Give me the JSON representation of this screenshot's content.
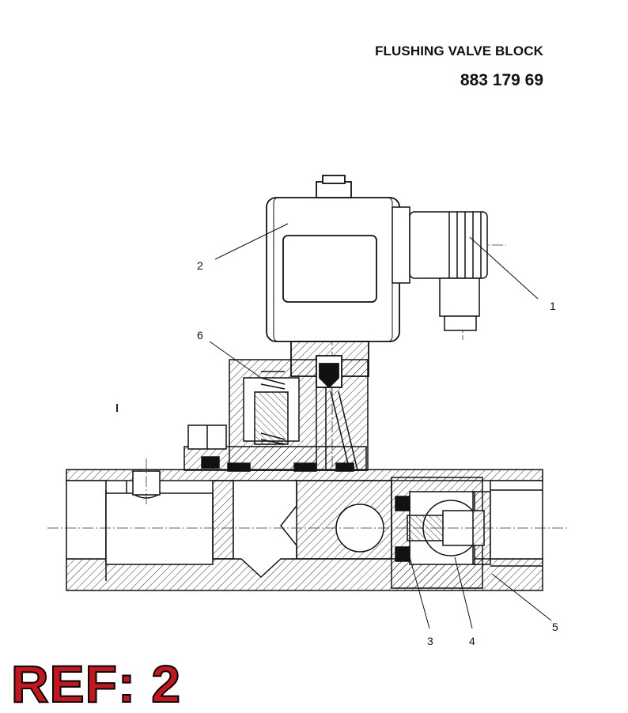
{
  "header": {
    "title": "FLUSHING VALVE BLOCK",
    "part_number": "883 179 69"
  },
  "callouts": [
    "1",
    "2",
    "3",
    "4",
    "5",
    "6"
  ],
  "reference": "REF: 2",
  "colors": {
    "ink": "#111111",
    "ref_fill": "#c4161c",
    "ref_outline": "#000000"
  }
}
